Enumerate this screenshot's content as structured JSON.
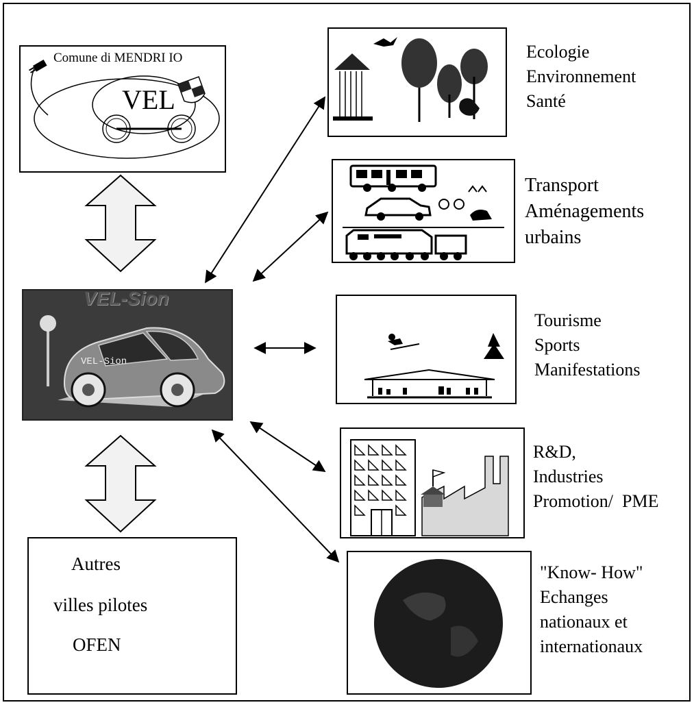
{
  "mendrisio": {
    "title": "Comune di MENDRI IO",
    "logo_text": "VEL"
  },
  "center": {
    "banner": "VEL-Sion",
    "car_text": "VEL-Sion"
  },
  "others": {
    "lines": [
      "Autres",
      "villes pilotes",
      "OFEN"
    ]
  },
  "labels": {
    "ecologie": [
      "Ecologie",
      "Environnement",
      "Santé"
    ],
    "transport": [
      "Transport",
      "Aménagements",
      "urbains"
    ],
    "tourisme": [
      "Tourisme",
      "Sports",
      "Manifestations"
    ],
    "rd": [
      "R&D,",
      "Industries",
      "Promotion/  PME"
    ],
    "knowhow": [
      "\"Know- How\"",
      "Echanges",
      "nationaux et",
      "internationaux"
    ]
  }
}
